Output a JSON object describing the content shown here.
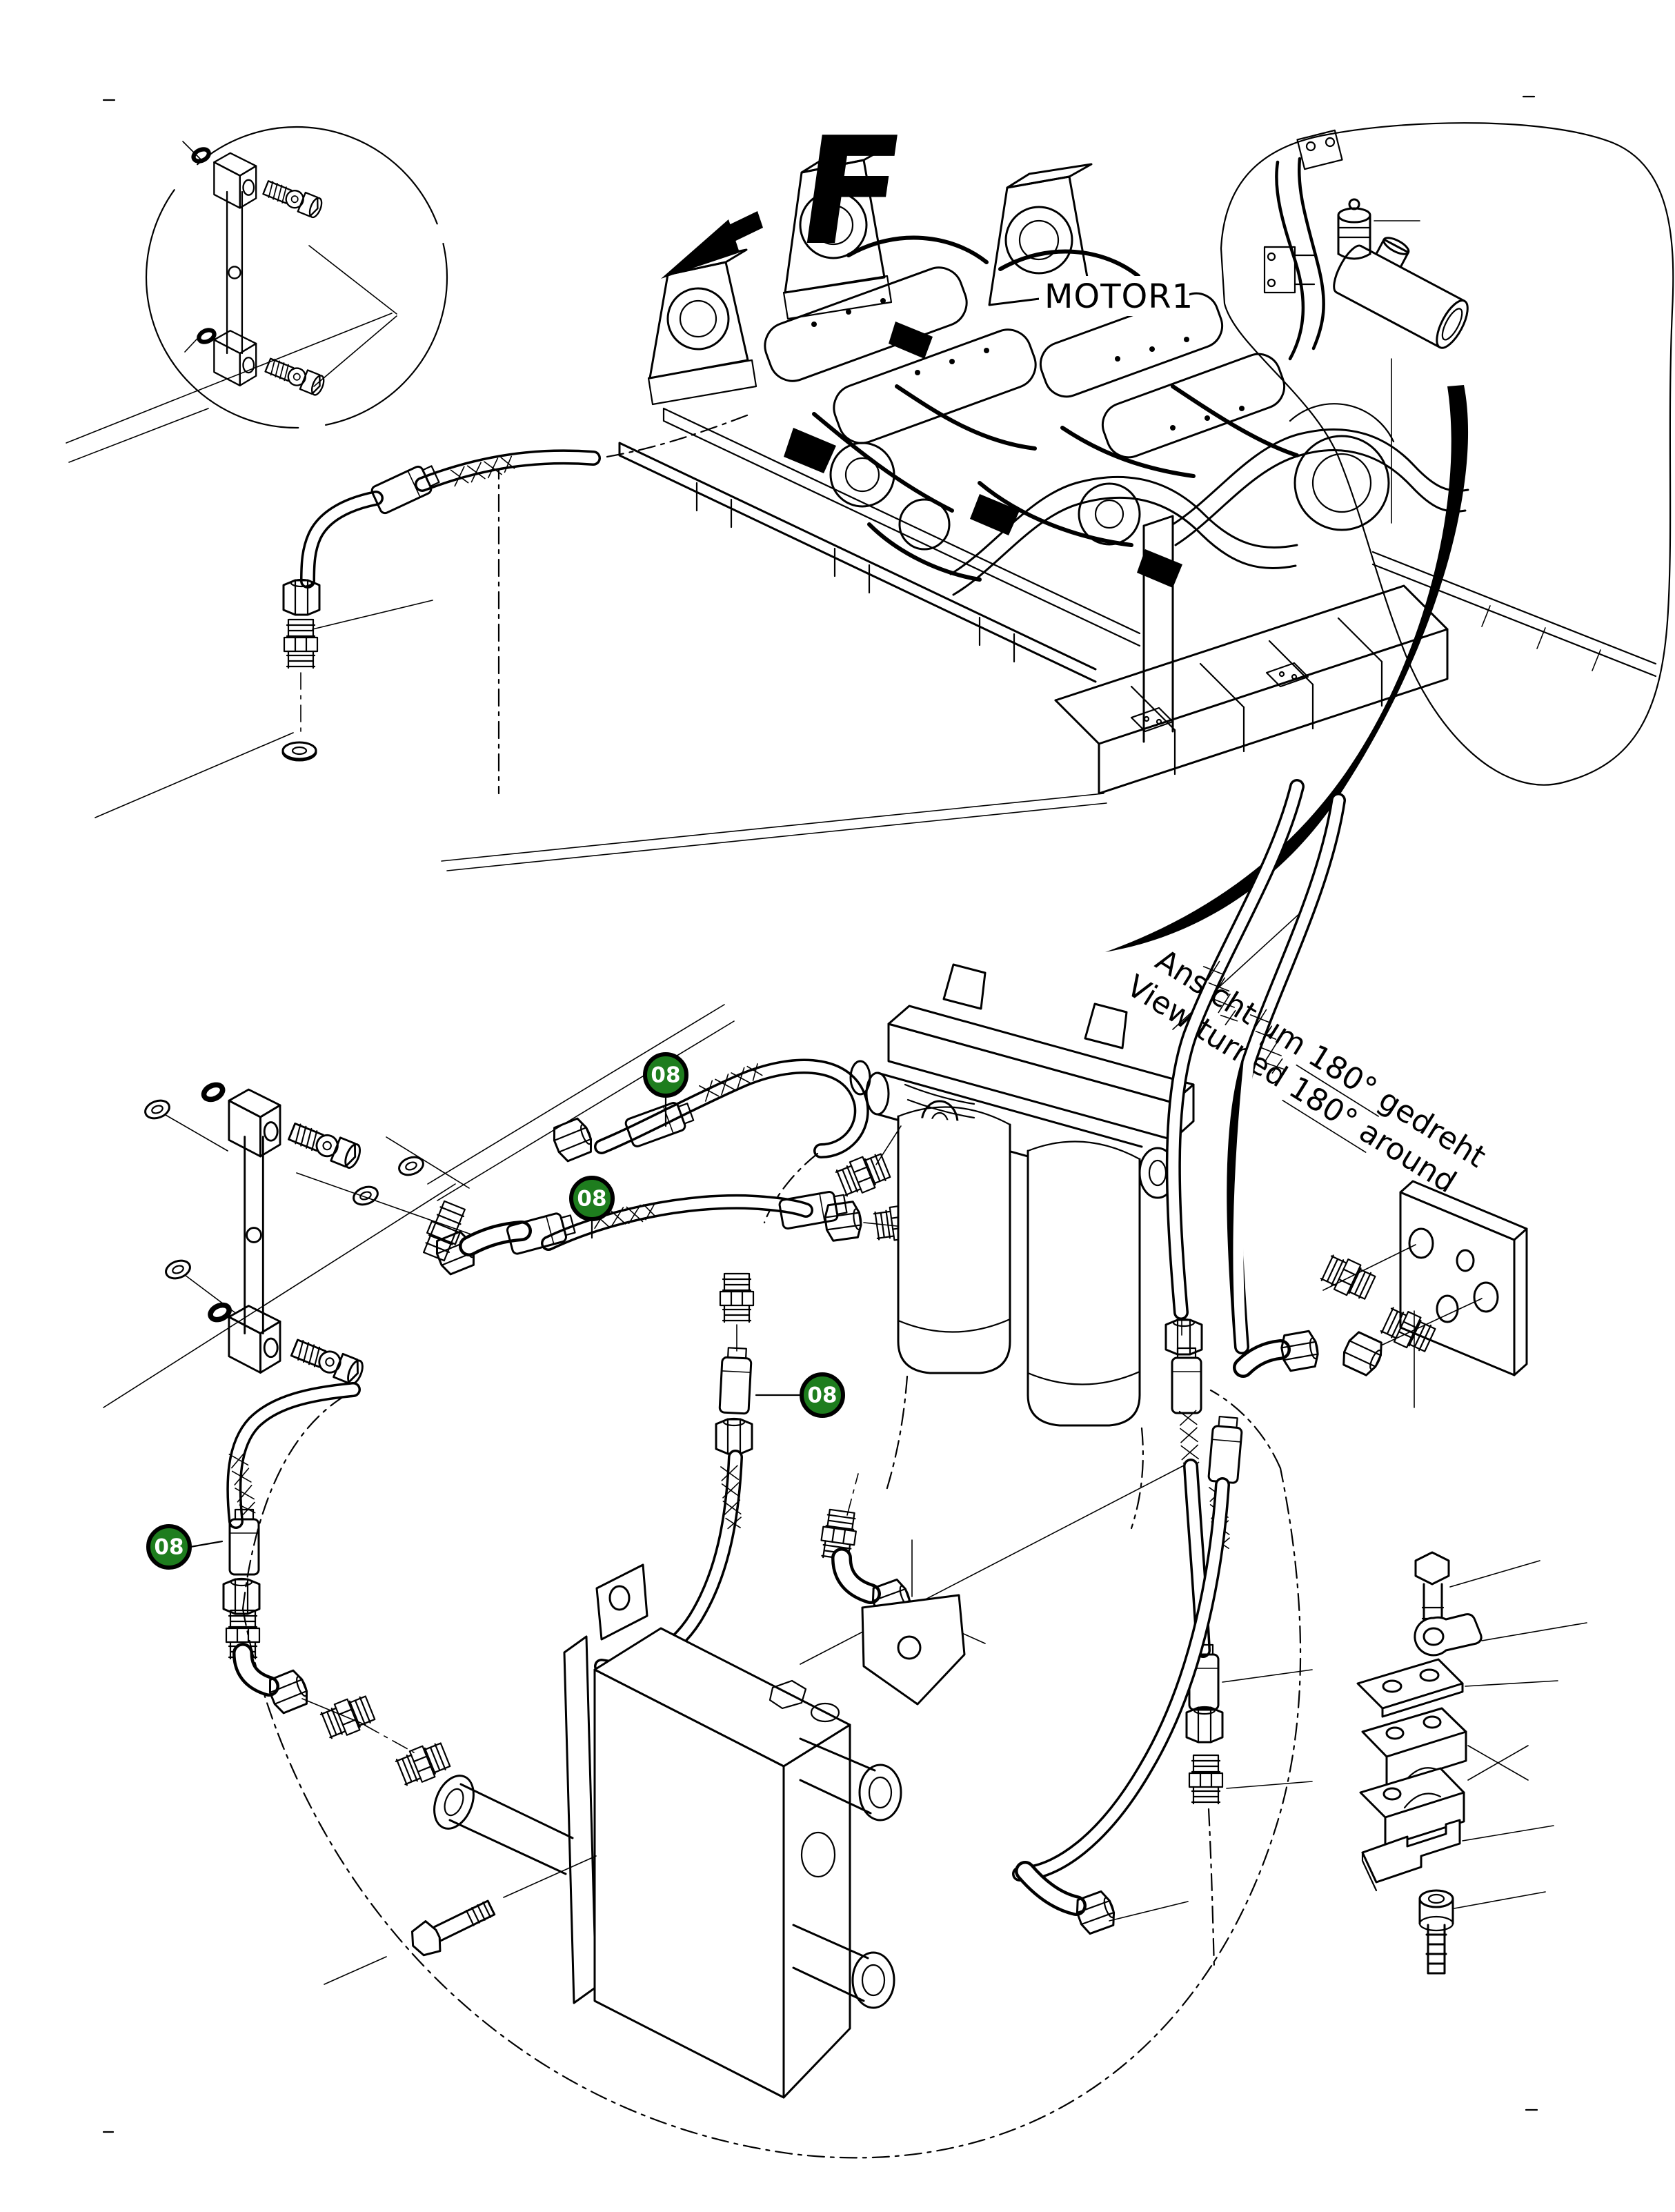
{
  "page": {
    "background": "#ffffff",
    "ink": "#000000"
  },
  "labels": {
    "motor": "MOTOR1",
    "view_letter": "F",
    "note_line1_de": "Ansicht um 180° gedreht",
    "note_line2_en": "View turned 180° around"
  },
  "badges": {
    "color": "#1e7d1e",
    "border": "#000000",
    "text_color": "#ffffff",
    "items": [
      {
        "label": "08"
      },
      {
        "label": "08"
      },
      {
        "label": "08"
      },
      {
        "label": "08"
      }
    ]
  }
}
